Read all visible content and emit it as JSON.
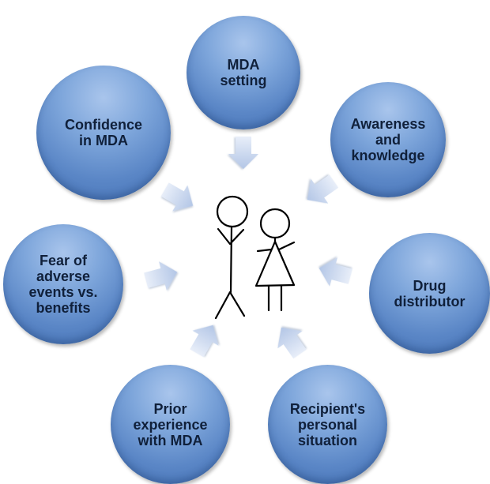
{
  "diagram": {
    "factors": [
      {
        "label": "MDA\nsetting"
      },
      {
        "label": "Awareness\nand\nknowledge"
      },
      {
        "label": "Drug\ndistributor"
      },
      {
        "label": "Recipient's\npersonal\nsituation"
      },
      {
        "label": "Prior\nexperience\nwith MDA"
      },
      {
        "label": "Fear of\nadverse\nevents vs.\nbenefits"
      },
      {
        "label": "Confidence\nin MDA"
      }
    ],
    "colors": {
      "bubble_light": "#a9c5ec",
      "bubble_dark": "#4471b4",
      "label_text": "#10203a",
      "arrow_light": "#e8eef9",
      "arrow_dark": "#b3c6e6",
      "figure_stroke": "#000000"
    },
    "center_icons": [
      "male-stick-figure-icon",
      "female-stick-figure-icon"
    ]
  }
}
